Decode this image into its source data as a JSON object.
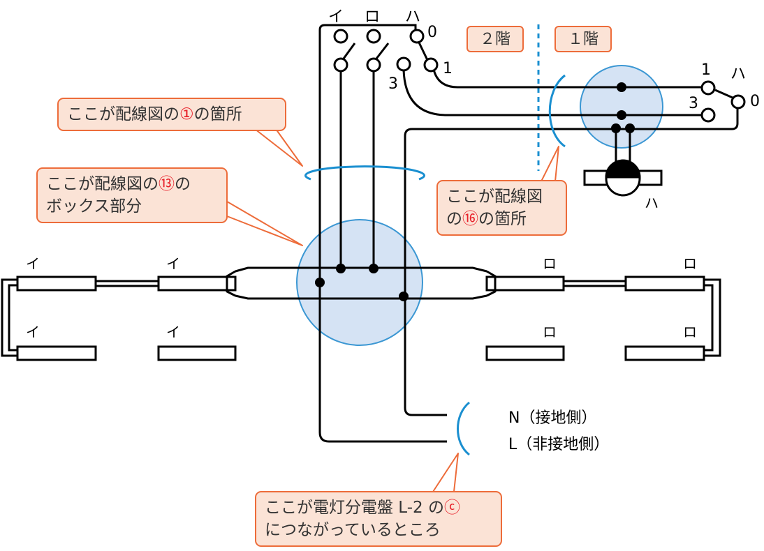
{
  "switch_labels": {
    "i": "イ",
    "ro": "ロ",
    "ha": "ハ"
  },
  "positions": {
    "p0": "0",
    "p1": "1",
    "p3": "3"
  },
  "floors": {
    "second": "２階",
    "first": "１階"
  },
  "fixture_labels": {
    "i": "イ",
    "ro": "ロ",
    "ha": "ハ"
  },
  "lines": {
    "n": "N（接地側）",
    "l": "L（非接地側）"
  },
  "callouts": {
    "c1": {
      "before": "ここが配線図の",
      "mark": "①",
      "after": "の箇所"
    },
    "c13": {
      "line1_before": "ここが配線図の",
      "line1_mark": "⑬",
      "line1_after": "の",
      "line2": "ボックス部分"
    },
    "c16": {
      "line1": "ここが配線図",
      "line2_before": "の",
      "line2_mark": "⑯",
      "line2_after": "の箇所"
    },
    "cc": {
      "line1_before": "ここが電灯分電盤 L-2 の",
      "line1_mark": "ⓒ",
      "line2": "につながっているところ"
    }
  },
  "colors": {
    "wire": "#000000",
    "box_fill": "#d5e3f4",
    "box_stroke": "#3b97d3",
    "callout_fill": "#fbe3d6",
    "callout_border": "#ed6c3a",
    "mark_red": "#e8202a",
    "dashed_divider": "#1a8fd0"
  }
}
